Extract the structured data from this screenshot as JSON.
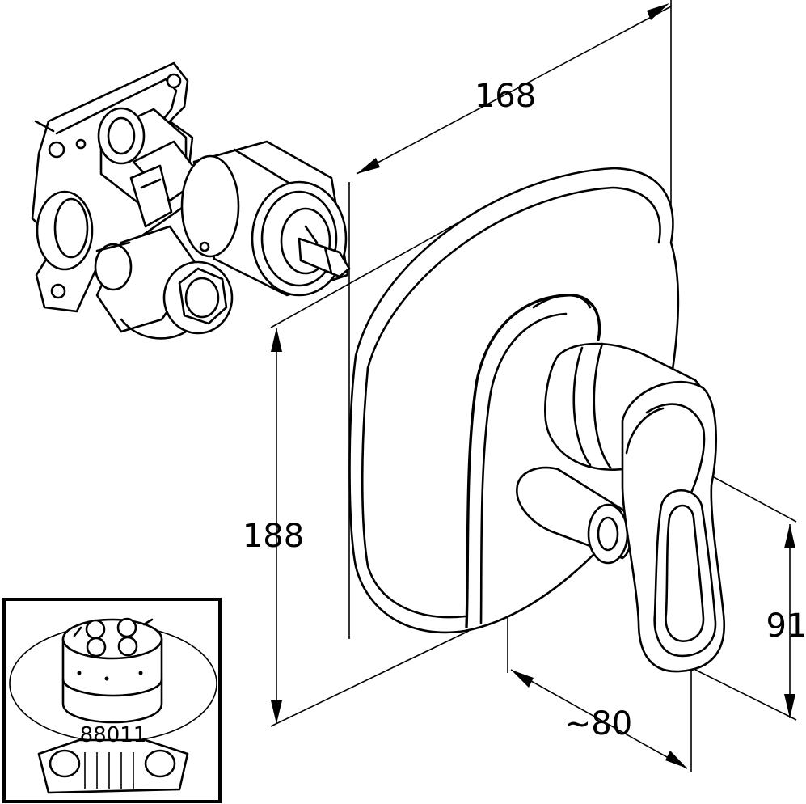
{
  "dimensions": {
    "width_label": "168",
    "height_label": "188",
    "depth_label": "~80",
    "lever_height_label": "91"
  },
  "inset": {
    "part_number": "88011"
  }
}
